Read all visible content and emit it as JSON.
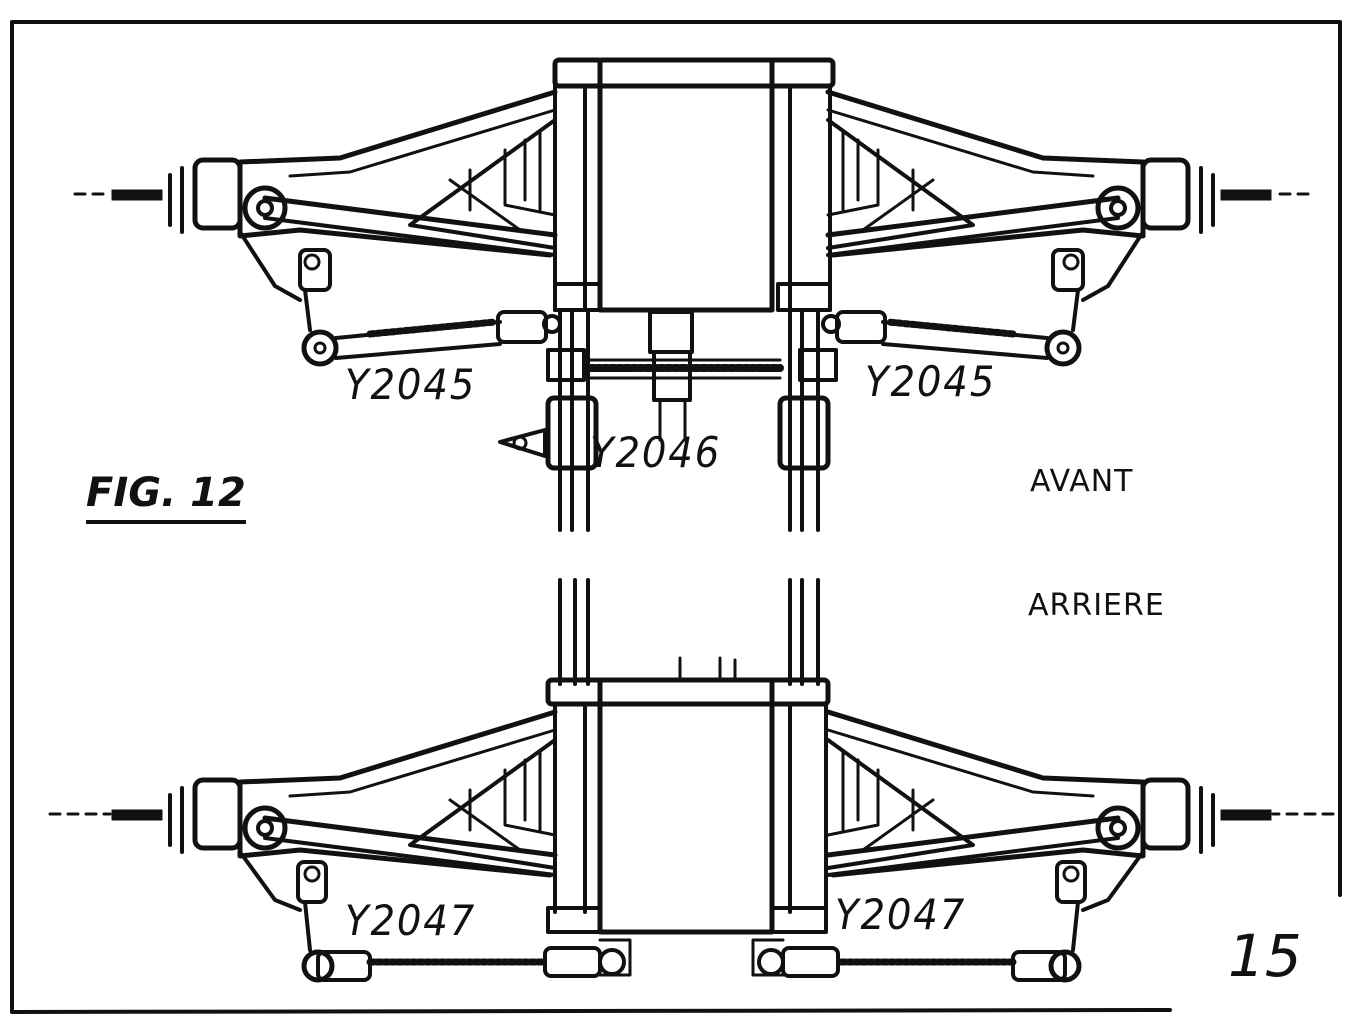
{
  "figure_label": "FIG. 12",
  "section_front": "AVANT",
  "section_rear": "ARRIERE",
  "parts": {
    "front_left_tie_rod": "Y2045",
    "front_right_tie_rod": "Y2045",
    "steering_link": "Y2046",
    "rear_left_tie_rod": "Y2047",
    "rear_right_tie_rod": "Y2047"
  },
  "page_number": "15"
}
